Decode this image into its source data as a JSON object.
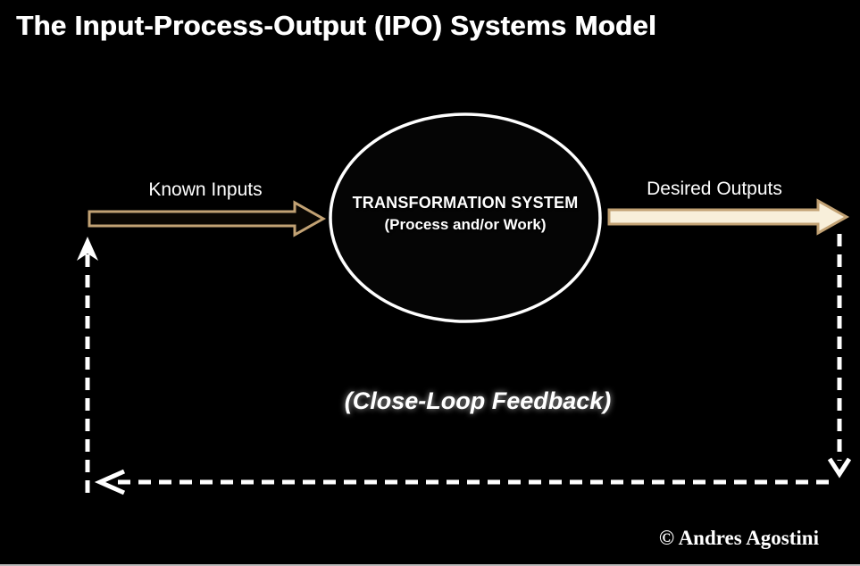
{
  "title": "The Input-Process-Output (IPO) Systems Model",
  "diagram": {
    "input_label": "Known Inputs",
    "output_label": "Desired Outputs",
    "system_line1": "TRANSFORMATION SYSTEM",
    "system_line2": "(Process and/or Work)",
    "feedback_label": "(Close-Loop Feedback)",
    "credit": "© Andres Agostini"
  },
  "colors": {
    "background": "#000000",
    "arrow_outline": "#c2a274",
    "input_arrow_fill": "#0a0703",
    "output_arrow_fill": "#f8efda",
    "ellipse_fill": "#050505",
    "ellipse_stroke": "#ffffff",
    "feedback_stroke": "#ffffff",
    "text": "#ffffff"
  }
}
